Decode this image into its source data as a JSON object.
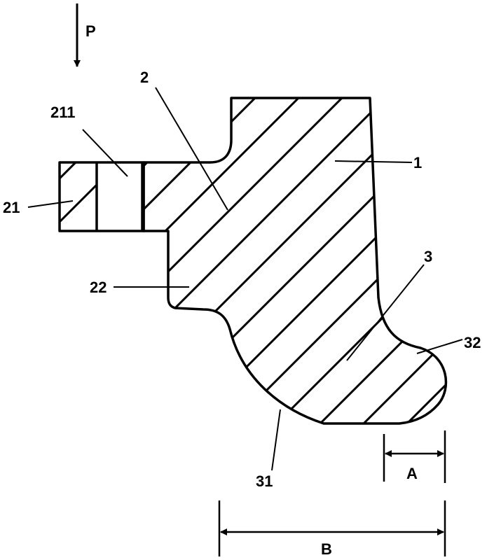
{
  "labels": {
    "force": "P",
    "part_2": "2",
    "part_211": "211",
    "part_21": "21",
    "part_1": "1",
    "part_22": "22",
    "part_3": "3",
    "part_32": "32",
    "part_31": "31",
    "dim_a": "A",
    "dim_b": "B"
  },
  "colors": {
    "ink": "#000000",
    "background": "#ffffff"
  }
}
